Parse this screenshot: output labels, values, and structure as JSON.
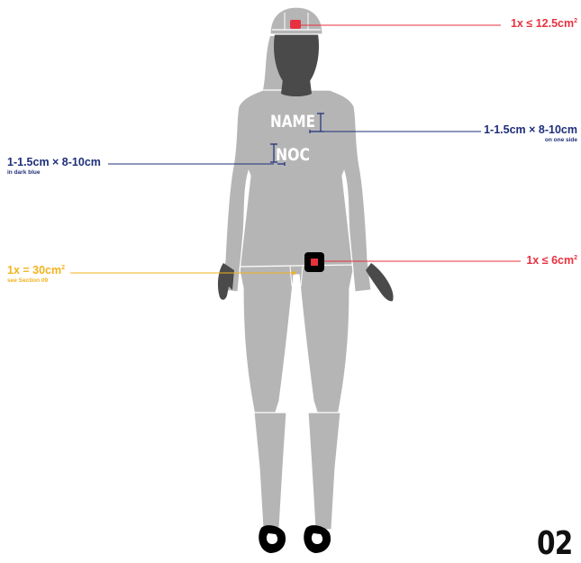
{
  "colors": {
    "suit": "#b5b5b5",
    "skin": "#4a4a4a",
    "red": "#e8313f",
    "blue": "#1f2f7a",
    "yellow": "#f2b31d"
  },
  "suit_text": {
    "name": "NAME",
    "noc": "NOC"
  },
  "callouts": {
    "cap": {
      "main": "1x ≤ 12.5cm",
      "sup": "2"
    },
    "name": {
      "main": "1-1.5cm × 8-10cm",
      "sub": "on one side"
    },
    "noc": {
      "main": "1-1.5cm × 8-10cm",
      "sub": "in dark blue"
    },
    "hip": {
      "main": "1x = 30cm",
      "sup": "2",
      "sub": "see Section 09"
    },
    "logo": {
      "main": "1x ≤ 6cm",
      "sup": "2"
    }
  },
  "page_number": "02",
  "icons": [
    "swim-cap-icon",
    "shoe-icon"
  ]
}
